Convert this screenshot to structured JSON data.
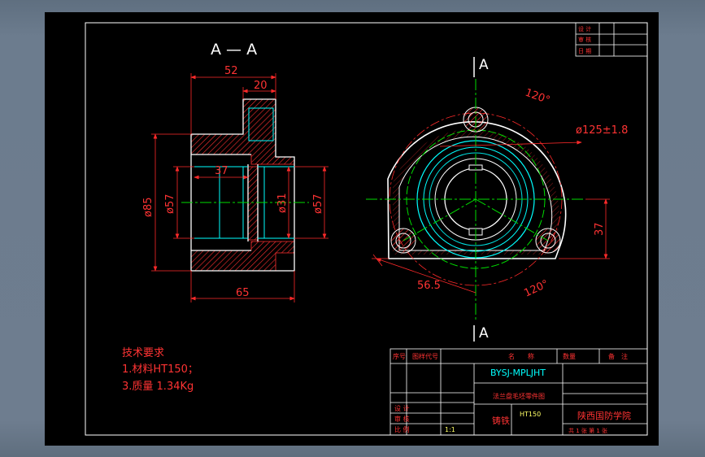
{
  "section_label": "A — A",
  "section_marker": "A",
  "colors": {
    "background": "#000000",
    "frame": "#ffffff",
    "outline": "#ffffff",
    "dimension": "#ff2a2a",
    "centerline": "#00dd00",
    "hatch": "#ff3030",
    "hidden": "#00e0e0",
    "cyan": "#00ffff",
    "text_red": "#ff3333",
    "text_yellow": "#ffff66"
  },
  "dimensions": {
    "d52": "52",
    "d20": "20",
    "d37_left": "37",
    "d65": "65",
    "d85": "ø85",
    "d57_left": "ø57",
    "d31": "ø31",
    "d57_right": "ø57",
    "d125": "ø125±1.8",
    "d37_right": "37",
    "d56_5": "56.5",
    "a120_top": "120°",
    "a120_bottom": "120°"
  },
  "tech": {
    "title": "技术要求",
    "line1": "1.材料HT150；",
    "line2": "3.质量 1.34Kg"
  },
  "title_block": {
    "header_seq": "序号",
    "header_code": "图样代号",
    "header_name": "名　　称",
    "header_qty": "数量",
    "header_note": "备　注",
    "drawing_no": "BYSJ-MPLJHT",
    "part_name": "法兰盘毛坯零件图",
    "material": "HT150",
    "process": "铸铁",
    "school": "陕西国防学院",
    "row_a": "设 计",
    "row_b": "审 核",
    "row_c": "比 例",
    "scale": "1:1",
    "sheet": "共 1 张 第 1 张"
  },
  "revision_block": {
    "row1": "设 计",
    "row2": "审 核",
    "row3": "日 期"
  }
}
